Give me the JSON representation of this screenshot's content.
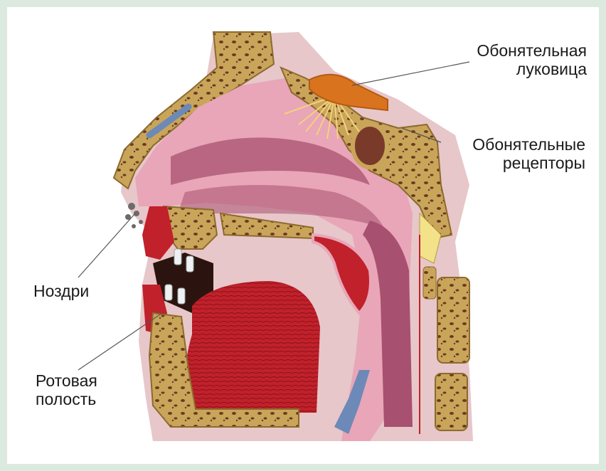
{
  "labels": {
    "olfactory_bulb": "Обонятельная\nлуковица",
    "olfactory_receptors": "Обонятельные\nрецепторы",
    "nostrils": "Ноздри",
    "oral_cavity": "Ротовая\nполость"
  },
  "colors": {
    "background": "#dbe9df",
    "bone": "#c9a55a",
    "bone_spots": "#6a3a22",
    "mucosa": "#e8a6b8",
    "cavity": "#a8506f",
    "tongue": "#c0212b",
    "bulb": "#d9731e",
    "skin": "#e7c7c9",
    "vessel": "#6c89b8"
  },
  "icons": {
    "olfactory_bulb": "olfactory-bulb-icon",
    "nerve_fibers": "nerve-fibers-icon"
  }
}
